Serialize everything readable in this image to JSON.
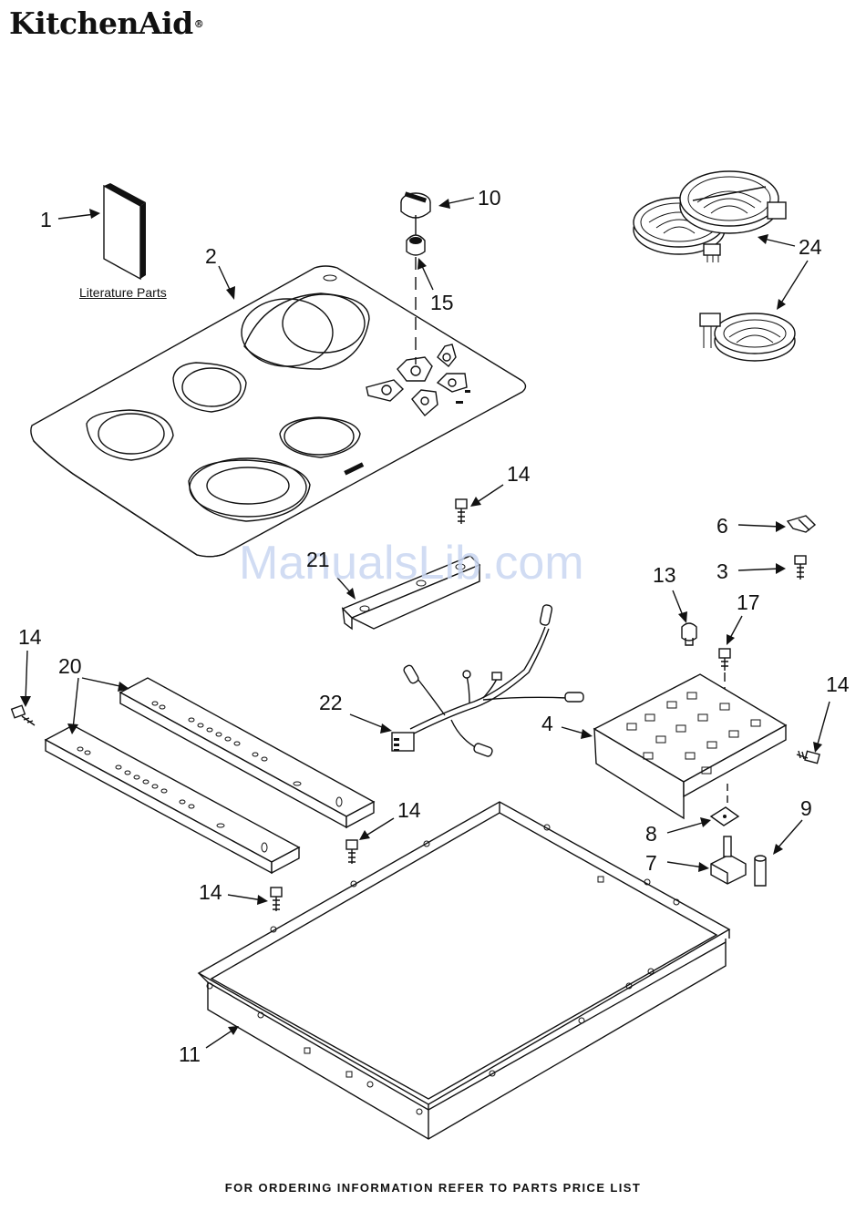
{
  "brand": {
    "name": "KitchenAid",
    "registered_mark": "®"
  },
  "literature_label": "Literature Parts",
  "watermark": "ManualsLib.com",
  "footer": "FOR ORDERING INFORMATION REFER TO PARTS PRICE LIST",
  "callouts": {
    "c1": "1",
    "c2": "2",
    "c10": "10",
    "c15": "15",
    "c24": "24",
    "c14a": "14",
    "c21": "21",
    "c6": "6",
    "c3": "3",
    "c13": "13",
    "c17": "17",
    "c14b": "14",
    "c20": "20",
    "c22": "22",
    "c4": "4",
    "c14c": "14",
    "c9": "9",
    "c8": "8",
    "c7": "7",
    "c14d": "14",
    "c14e": "14",
    "c11": "11"
  }
}
